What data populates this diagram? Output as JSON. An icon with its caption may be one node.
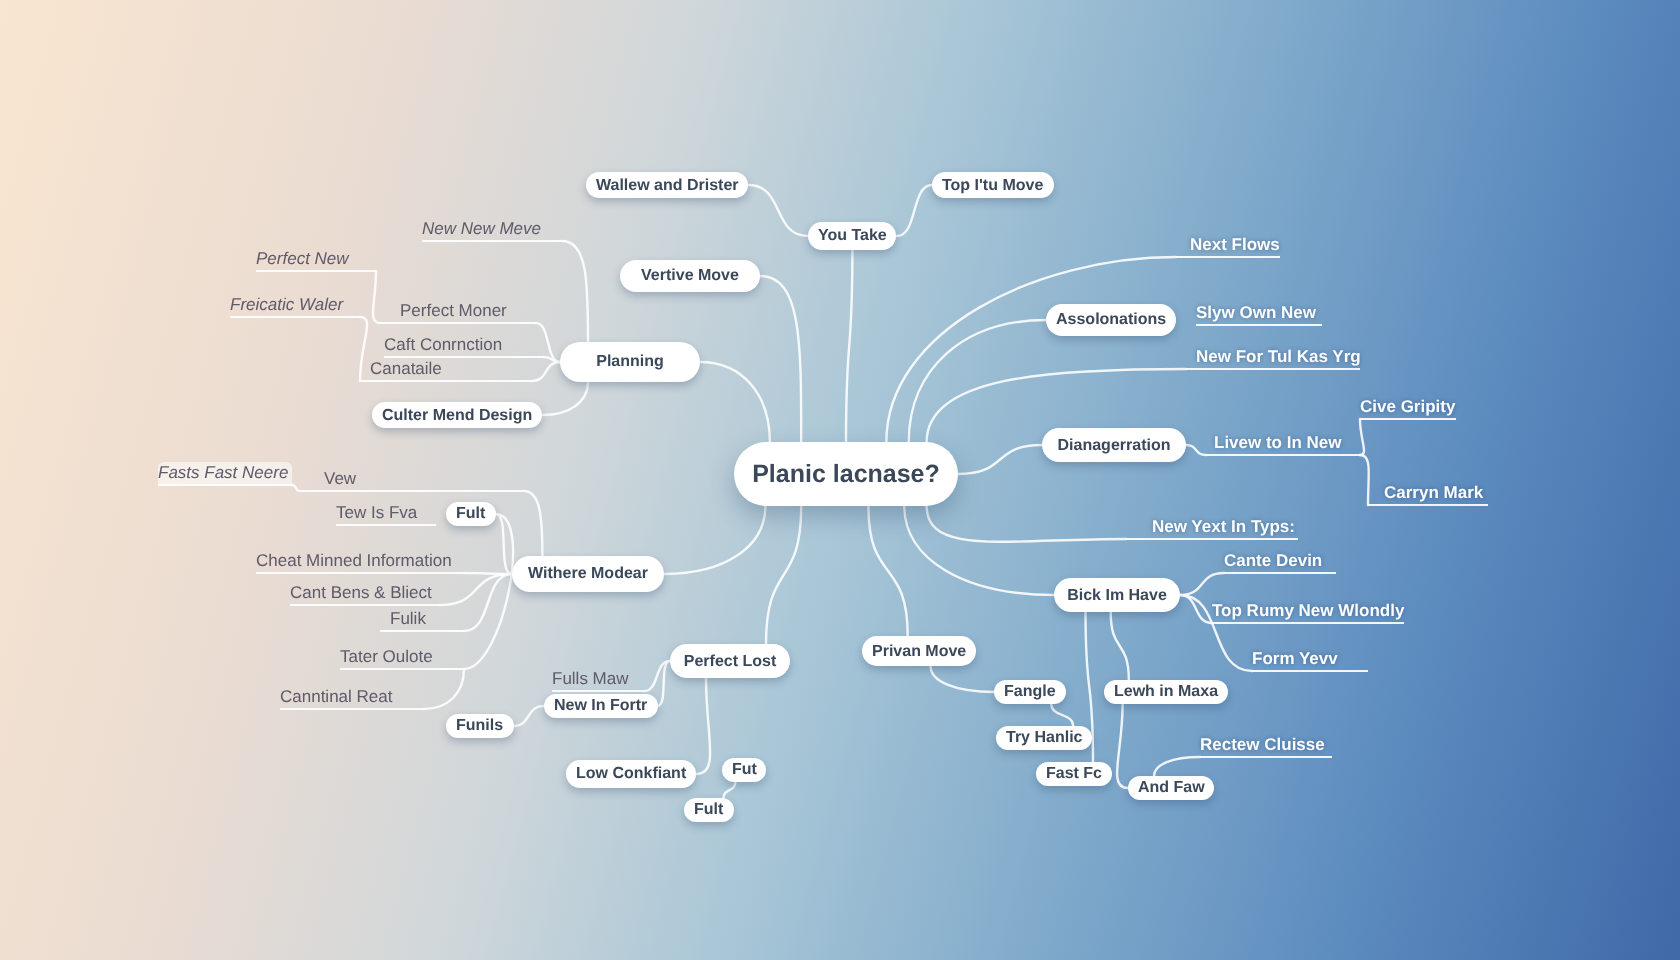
{
  "diagram": {
    "nodes": [
      {
        "text": [
          "Planic lacnase?"
        ]
      },
      {
        "text": [
          "Wallew and Drister"
        ]
      },
      {
        "text": [
          "You Take"
        ]
      },
      {
        "text": [
          "Top I'tu Move"
        ]
      },
      {
        "text": [
          "New New Meve"
        ]
      },
      {
        "text": [
          "Next Flows"
        ]
      },
      {
        "text": [
          "Perfect New"
        ]
      },
      {
        "text": [
          "Vertive Move"
        ]
      },
      {
        "text": [
          "Perfect Moner"
        ]
      },
      {
        "text": [
          "Freicatic Waler"
        ]
      },
      {
        "text": [
          "Assolonations"
        ]
      },
      {
        "text": [
          "Caft Conrnction"
        ]
      },
      {
        "text": [
          "Planning"
        ]
      },
      {
        "text": [
          "Canataile"
        ]
      },
      {
        "text": [
          "New For Tul Kas Yrg"
        ]
      },
      {
        "text": [
          "Culter Mend Design"
        ]
      },
      {
        "text": [
          "Dianagerration"
        ]
      },
      {
        "text": [
          "Livew to In New"
        ]
      },
      {
        "text": [
          "Cive Gripity"
        ]
      },
      {
        "text": [
          "Carryn Mark"
        ]
      },
      {
        "text": [
          "Fasts Fast Neere"
        ]
      },
      {
        "text": [
          "Vew"
        ]
      },
      {
        "text": [
          "Fult"
        ]
      },
      {
        "text": [
          "New Yext In Typs:"
        ]
      },
      {
        "text": [
          "Cheat Minned Information"
        ]
      },
      {
        "text": [
          "Withere Modear"
        ]
      },
      {
        "text": [
          "Cant Bens & Bliect"
        ]
      },
      {
        "text": [
          "Fulik"
        ]
      },
      {
        "text": [
          "Cante Devin"
        ]
      },
      {
        "text": [
          "Bick Im Have"
        ]
      },
      {
        "text": [
          "Top Rumy New Wlondly"
        ]
      },
      {
        "text": [
          "Privan Move"
        ]
      },
      {
        "text": [
          "Perfect Lost"
        ]
      },
      {
        "text": [
          "Tater Oulote"
        ]
      },
      {
        "text": [
          "Form Yevv"
        ]
      },
      {
        "text": [
          "Fulls Maw"
        ]
      },
      {
        "text": [
          "Fangle"
        ]
      },
      {
        "text": [
          "Lewh in Maxa"
        ]
      },
      {
        "text": [
          "New In Fortr"
        ]
      },
      {
        "text": [
          "Canntinal Reat"
        ]
      },
      {
        "text": [
          "Funils"
        ]
      },
      {
        "text": [
          "Try Hanlic"
        ]
      },
      {
        "text": [
          "Rectew Cluisse"
        ]
      },
      {
        "text": [
          "Low Conkfiant"
        ]
      },
      {
        "text": [
          "Fut"
        ]
      },
      {
        "text": [
          "Fast Fc"
        ]
      },
      {
        "text": [
          "And Faw"
        ]
      },
      {
        "text": [
          "Fult"
        ]
      }
    ],
    "edges": [
      {
        "from": 0,
        "to": 2,
        "arrow": "none"
      },
      {
        "from": 2,
        "to": 1,
        "arrow": "none"
      },
      {
        "from": 2,
        "to": 3,
        "arrow": "none"
      },
      {
        "from": 0,
        "to": 7,
        "arrow": "none"
      },
      {
        "from": 0,
        "to": 12,
        "arrow": "none"
      },
      {
        "from": 12,
        "to": 4,
        "arrow": "none"
      },
      {
        "from": 12,
        "to": 8,
        "arrow": "none"
      },
      {
        "from": 8,
        "to": 6,
        "arrow": "none"
      },
      {
        "from": 12,
        "to": 11,
        "arrow": "none"
      },
      {
        "from": 12,
        "to": 13,
        "arrow": "none"
      },
      {
        "from": 13,
        "to": 9,
        "arrow": "none"
      },
      {
        "from": 12,
        "to": 15,
        "arrow": "none"
      },
      {
        "from": 0,
        "to": 5,
        "arrow": "none"
      },
      {
        "from": 0,
        "to": 10,
        "arrow": "none"
      },
      {
        "from": 0,
        "to": 14,
        "arrow": "none"
      },
      {
        "from": 0,
        "to": 16,
        "arrow": "none"
      },
      {
        "from": 16,
        "to": 17,
        "arrow": "none"
      },
      {
        "from": 17,
        "to": 18,
        "arrow": "none"
      },
      {
        "from": 17,
        "to": 19,
        "arrow": "none"
      },
      {
        "from": 0,
        "to": 25,
        "arrow": "none"
      },
      {
        "from": 25,
        "to": 21,
        "arrow": "none"
      },
      {
        "from": 21,
        "to": 20,
        "arrow": "none"
      },
      {
        "from": 25,
        "to": 22,
        "arrow": "none"
      },
      {
        "from": 22,
        "to": 33,
        "arrow": "none"
      },
      {
        "from": 25,
        "to": 24,
        "arrow": "none"
      },
      {
        "from": 25,
        "to": 26,
        "arrow": "none"
      },
      {
        "from": 25,
        "to": 27,
        "arrow": "none"
      },
      {
        "from": 33,
        "to": 39,
        "arrow": "none"
      },
      {
        "from": 0,
        "to": 23,
        "arrow": "none"
      },
      {
        "from": 0,
        "to": 29,
        "arrow": "none"
      },
      {
        "from": 29,
        "to": 28,
        "arrow": "none"
      },
      {
        "from": 29,
        "to": 30,
        "arrow": "none"
      },
      {
        "from": 29,
        "to": 34,
        "arrow": "none"
      },
      {
        "from": 0,
        "to": 31,
        "arrow": "none"
      },
      {
        "from": 31,
        "to": 36,
        "arrow": "none"
      },
      {
        "from": 36,
        "to": 41,
        "arrow": "none"
      },
      {
        "from": 0,
        "to": 32,
        "arrow": "none"
      },
      {
        "from": 32,
        "to": 38,
        "arrow": "none"
      },
      {
        "from": 32,
        "to": 35,
        "arrow": "none"
      },
      {
        "from": 38,
        "to": 40,
        "arrow": "none"
      },
      {
        "from": 32,
        "to": 43,
        "arrow": "none"
      },
      {
        "from": 44,
        "to": 47,
        "arrow": "none"
      },
      {
        "from": 29,
        "to": 37,
        "arrow": "none"
      },
      {
        "from": 29,
        "to": 45,
        "arrow": "none"
      },
      {
        "from": 37,
        "to": 46,
        "arrow": "none"
      },
      {
        "from": 46,
        "to": 42,
        "arrow": "none"
      }
    ],
    "labels": [
      "Slyw Own New",
      "Tew Is Fva"
    ]
  }
}
